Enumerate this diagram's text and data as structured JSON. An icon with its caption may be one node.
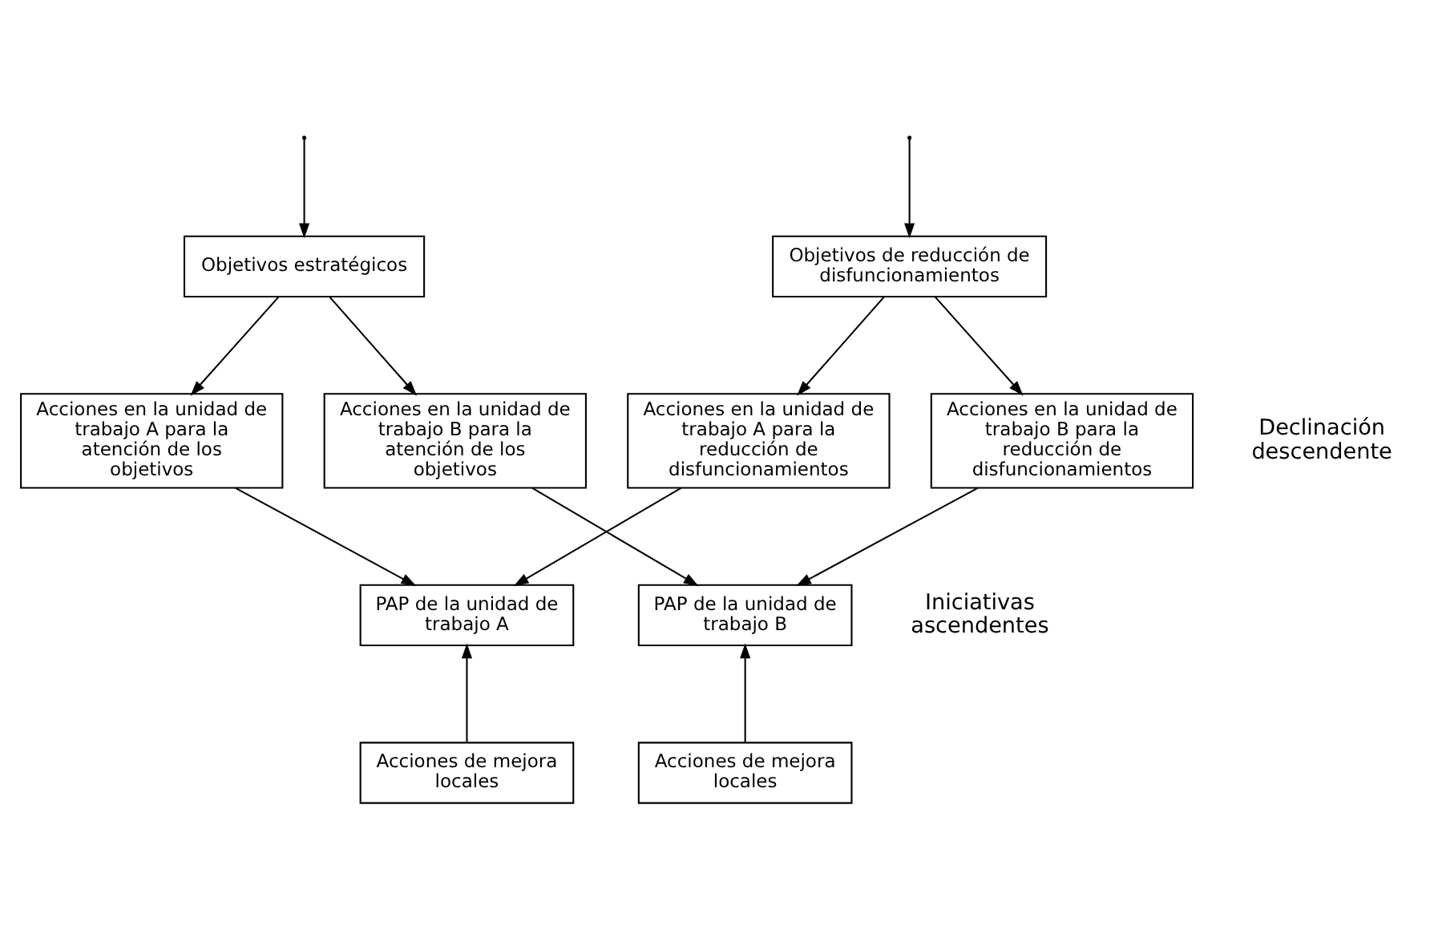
{
  "diagram": {
    "nodes": [
      {
        "text": [
          "Objetivos estratégicos"
        ]
      },
      {
        "text": [
          "Objetivos de reducción de disfuncionamientos"
        ]
      },
      {
        "text": [
          "Acciones en la unidad de trabajo A para la atención de los objetivos"
        ]
      },
      {
        "text": [
          "Acciones en la unidad de trabajo A para la reducción de disfuncionamientos"
        ]
      },
      {
        "text": [
          "Acciones en la unidad de trabajo B para la atención de los objetivos"
        ]
      },
      {
        "text": [
          "Acciones en la unidad de trabajo B para la reducción de disfuncionamientos"
        ]
      },
      {
        "text": [
          "PAP de la unidad de trabajo A"
        ]
      },
      {
        "text": [
          "PAP de la unidad de trabajo B"
        ]
      },
      {
        "text": [
          "Acciones de mejora locales"
        ]
      },
      {
        "text": [
          "Acciones de mejora locales"
        ]
      }
    ],
    "edges": [
      {
        "from": null,
        "to": 0,
        "arrow": "to"
      },
      {
        "from": null,
        "to": 1,
        "arrow": "to"
      },
      {
        "from": 0,
        "to": 2,
        "arrow": "to"
      },
      {
        "from": 0,
        "to": 4,
        "arrow": "to"
      },
      {
        "from": 1,
        "to": 3,
        "arrow": "to"
      },
      {
        "from": 1,
        "to": 5,
        "arrow": "to"
      },
      {
        "from": 2,
        "to": 6,
        "arrow": "to"
      },
      {
        "from": 3,
        "to": 6,
        "arrow": "to"
      },
      {
        "from": 4,
        "to": 7,
        "arrow": "to"
      },
      {
        "from": 5,
        "to": 7,
        "arrow": "to"
      },
      {
        "from": 8,
        "to": 6,
        "arrow": "to"
      },
      {
        "from": 9,
        "to": 7,
        "arrow": "to"
      }
    ],
    "labels": [
      "Declinación descendente",
      "Iniciativas ascendentes"
    ]
  }
}
